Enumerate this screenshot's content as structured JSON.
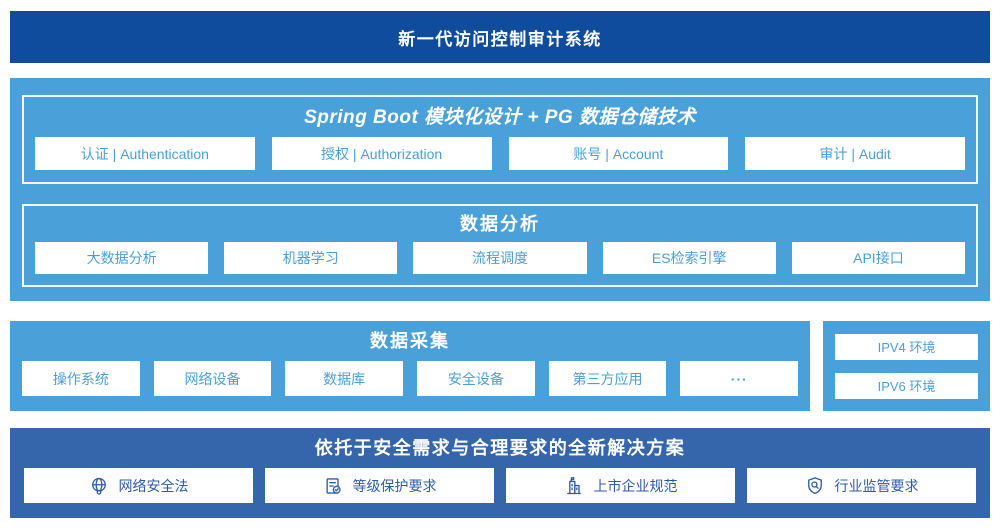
{
  "colors": {
    "header_navy": "#0F4C9E",
    "solution_blue": "#3566AC",
    "light_blue": "#4AA0D9",
    "button_text_light": "#4A9FD8",
    "button_text_dark": "#2B5BA8"
  },
  "header": {
    "title": "新一代访问控制审计系统"
  },
  "platform": {
    "modules": {
      "title": "Spring Boot 模块化设计 + PG 数据仓储技术",
      "items": [
        "认证 | Authentication",
        "授权 | Authorization",
        "账号 | Account",
        "审计 | Audit"
      ]
    },
    "analysis": {
      "title": "数据分析",
      "items": [
        "大数据分析",
        "机器学习",
        "流程调度",
        "ES检索引擎",
        "API接口"
      ]
    }
  },
  "collection": {
    "title": "数据采集",
    "items": [
      "操作系统",
      "网络设备",
      "数据库",
      "安全设备",
      "第三方应用",
      "···"
    ]
  },
  "ip_env": {
    "items": [
      "IPV4 环境",
      "IPV6 环境"
    ]
  },
  "solution": {
    "title": "依托于安全需求与合理要求的全新解决方案",
    "items": [
      {
        "icon": "globe-icon",
        "label": "网络安全法"
      },
      {
        "icon": "document-check-icon",
        "label": "等级保护要求"
      },
      {
        "icon": "building-icon",
        "label": "上市企业规范"
      },
      {
        "icon": "shield-magnifier-icon",
        "label": "行业监管要求"
      }
    ]
  }
}
